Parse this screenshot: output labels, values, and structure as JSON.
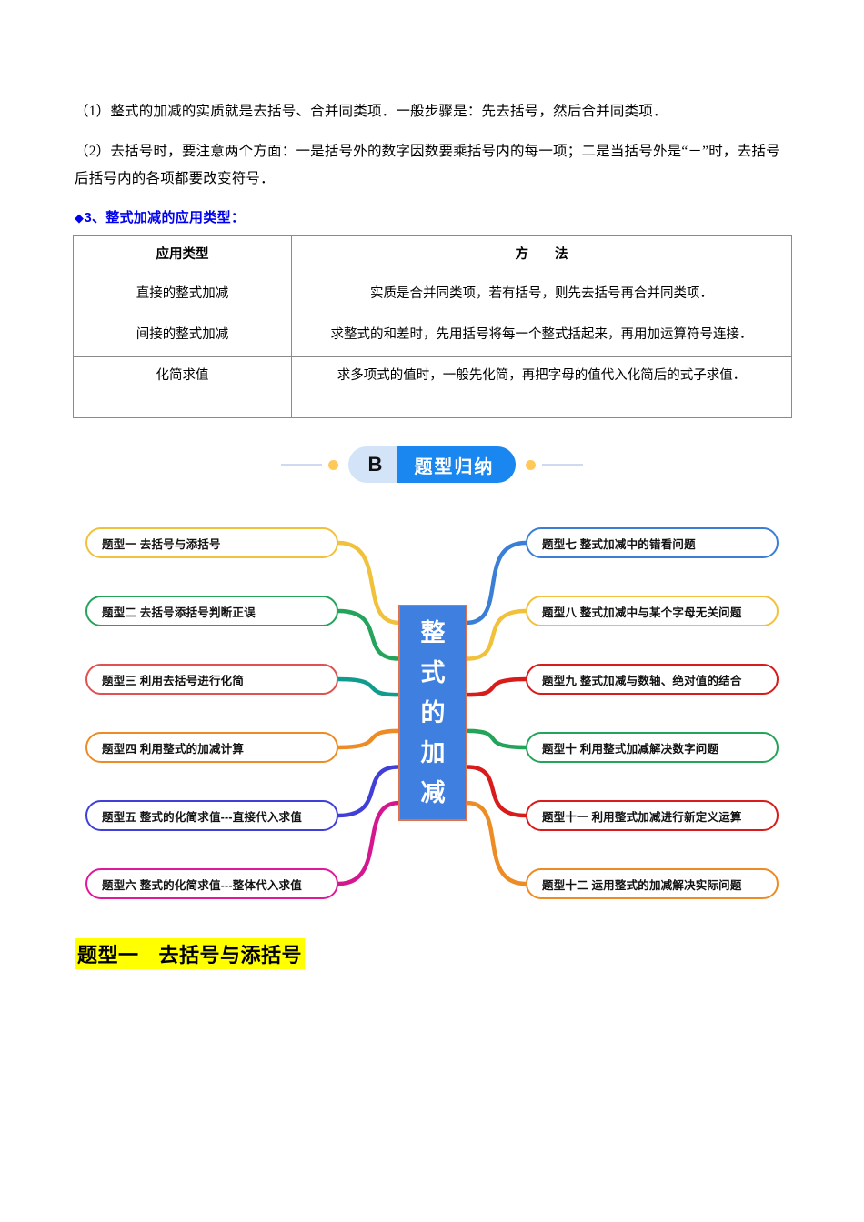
{
  "intro": {
    "p1": "（1）整式的加减的实质就是去括号、合并同类项．一般步骤是：先去括号，然后合并同类项．",
    "p2": "（2）去括号时，要注意两个方面：一是括号外的数字因数要乘括号内的每一项；二是当括号外是“－”时，去括号后括号内的各项都要改变符号．"
  },
  "section_heading": {
    "marker": "◆",
    "text": "3、整式加减的应用类型："
  },
  "table": {
    "headers": [
      "应用类型",
      "方　　法"
    ],
    "rows": [
      [
        "直接的整式加减",
        "实质是合并同类项，若有括号，则先去括号再合并同类项．"
      ],
      [
        "间接的整式加减",
        "求整式的和差时，先用括号将每一个整式括起来，再用加运算符号连接．"
      ],
      [
        "化简求值",
        "求多项式的值时，一般先化简，再把字母的值代入化简后的式子求值．"
      ]
    ]
  },
  "banner": {
    "letter": "B",
    "title": "题型归纳"
  },
  "mindmap": {
    "center": [
      "整",
      "式",
      "的",
      "加",
      "减"
    ],
    "center_text": "整式的加减",
    "left_branches": [
      {
        "label": "题型一  去括号与添括号",
        "border": "#f2c13c",
        "line": "#f2c13c"
      },
      {
        "label": "题型二  去括号添括号判断正误",
        "border": "#24a45b",
        "line": "#24a45b"
      },
      {
        "label": "题型三  利用去括号进行化简",
        "border": "#e05252",
        "line": "#0f9b8e"
      },
      {
        "label": "题型四   利用整式的加减计算",
        "border": "#ed8b24",
        "line": "#ed8b24"
      },
      {
        "label": "题型五  整式的化简求值---直接代入求值",
        "border": "#4040d8",
        "line": "#4040d8"
      },
      {
        "label": "题型六   整式的化简求值---整体代入求值",
        "border": "#e0199b",
        "line": "#d4178f"
      }
    ],
    "right_branches": [
      {
        "label": "题型七  整式加减中的错看问题",
        "border": "#3a7fd5",
        "line": "#3a7fd5"
      },
      {
        "label": "题型八  整式加减中与某个字母无关问题",
        "border": "#f2c13c",
        "line": "#f2c13c"
      },
      {
        "label": "题型九   整式加减与数轴、绝对值的结合",
        "border": "#d81b1b",
        "line": "#d81b1b"
      },
      {
        "label": "题型十  利用整式加减解决数字问题",
        "border": "#24a45b",
        "line": "#24a45b"
      },
      {
        "label": "题型十一 利用整式加减进行新定义运算",
        "border": "#d81b1b",
        "line": "#d81b1b"
      },
      {
        "label": "题型十二 运用整式的加减解决实际问题",
        "border": "#ed8b24",
        "line": "#ed8b24"
      }
    ]
  },
  "bottom_heading": {
    "prefix": "题型一",
    "title": "去括号与添括号"
  },
  "colors": {
    "heading_blue": "#0000ee",
    "banner_blue": "#1a86f0",
    "banner_light": "#d3e4f8",
    "banner_dot": "#ffc857",
    "center_fill": "#3f7fe0",
    "center_border": "#e0714a",
    "highlight": "#ffff00"
  }
}
